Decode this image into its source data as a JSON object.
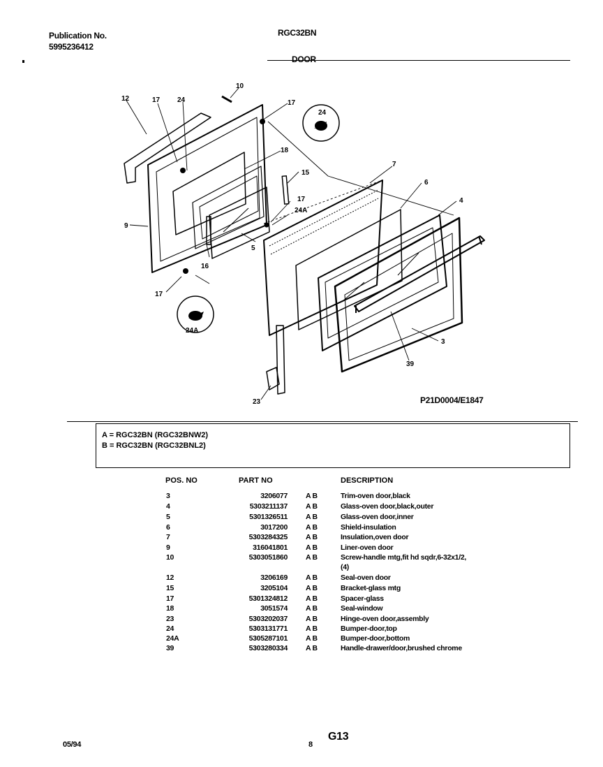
{
  "header": {
    "publication_label": "Publication No.",
    "publication_number": "5995236412",
    "model": "RGC32BN",
    "section_title": "DOOR"
  },
  "diagram": {
    "figure_code": "P21D0004/E1847",
    "callouts": [
      "12",
      "17",
      "24",
      "10",
      "17",
      "24",
      "18",
      "15",
      "7",
      "6",
      "4",
      "9",
      "17",
      "24A",
      "5",
      "16",
      "17",
      "24A",
      "3",
      "39",
      "23"
    ]
  },
  "models": {
    "a": "A  =  RGC32BN (RGC32BNW2)",
    "b": "B  =  RGC32BN (RGC32BNL2)"
  },
  "table": {
    "headers": {
      "pos": "POS. NO",
      "part": "PART NO",
      "desc": "DESCRIPTION"
    },
    "rows": [
      {
        "pos": "3",
        "part": "3206077",
        "models": "A  B",
        "desc": "Trim-oven door,black"
      },
      {
        "pos": "4",
        "part": "5303211137",
        "models": "A  B",
        "desc": "Glass-oven door,black,outer"
      },
      {
        "pos": "5",
        "part": "5301326511",
        "models": "A  B",
        "desc": "Glass-oven door,inner"
      },
      {
        "pos": "6",
        "part": "3017200",
        "models": "A  B",
        "desc": "Shield-insulation"
      },
      {
        "pos": "7",
        "part": "5303284325",
        "models": "A  B",
        "desc": "Insulation,oven door"
      },
      {
        "pos": "9",
        "part": "316041801",
        "models": "A  B",
        "desc": "Liner-oven door"
      },
      {
        "pos": "10",
        "part": "5303051860",
        "models": "A  B",
        "desc": "Screw-handle mtg,fit hd sqdr,6-32x1/2,"
      },
      {
        "pos": "",
        "part": "",
        "models": "",
        "desc": "(4)"
      },
      {
        "pos": "12",
        "part": "3206169",
        "models": "A  B",
        "desc": "Seal-oven door"
      },
      {
        "pos": "15",
        "part": "3205104",
        "models": "A  B",
        "desc": "Bracket-glass mtg"
      },
      {
        "pos": "17",
        "part": "5301324812",
        "models": "A  B",
        "desc": "Spacer-glass"
      },
      {
        "pos": "18",
        "part": "3051574",
        "models": "A  B",
        "desc": "Seal-window"
      },
      {
        "pos": "23",
        "part": "5303202037",
        "models": "A  B",
        "desc": "Hinge-oven door,assembly"
      },
      {
        "pos": "24",
        "part": "5303131771",
        "models": "A  B",
        "desc": "Bumper-door,top"
      },
      {
        "pos": "24A",
        "part": "5305287101",
        "models": "A  B",
        "desc": "Bumper-door,bottom"
      },
      {
        "pos": "39",
        "part": "5303280334",
        "models": "A  B",
        "desc": "Handle-drawer/door,brushed chrome"
      }
    ]
  },
  "footer": {
    "date": "05/94",
    "page": "8",
    "code": "G13"
  }
}
